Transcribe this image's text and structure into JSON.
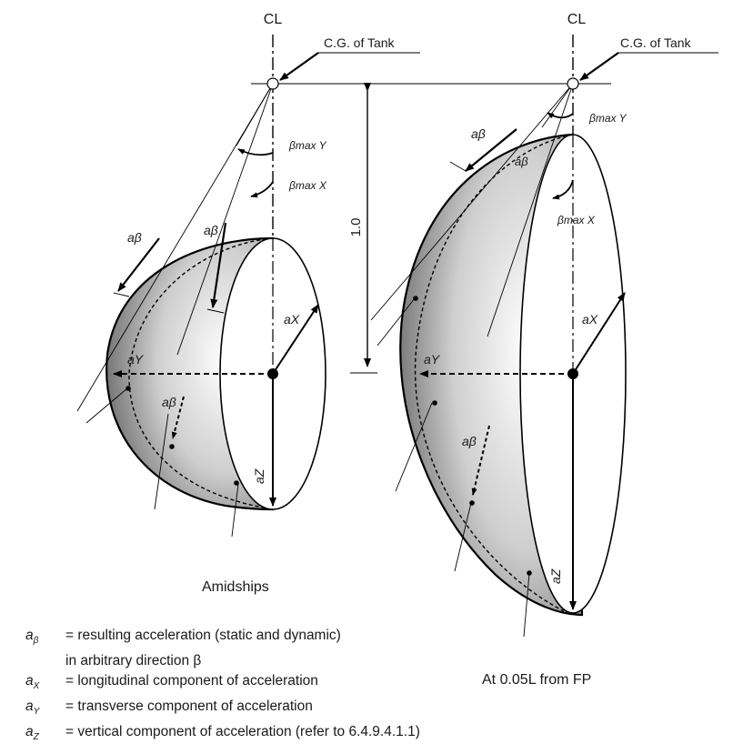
{
  "centerline_label": "CL",
  "cg_label": "C.G. of Tank",
  "height_label": "1.0",
  "symbols": {
    "a_beta": "aβ",
    "a_x": "aX",
    "a_y": "aY",
    "a_z": "aZ",
    "beta_max_y": "βmax Y",
    "beta_max_x": "βmax X"
  },
  "captions": {
    "left": "Amidships",
    "right": "At 0.05L from FP"
  },
  "legend": [
    {
      "symbol": "a",
      "sub": "β",
      "text": "= resulting acceleration   (static and dynamic)"
    },
    {
      "symbol": "",
      "sub": "",
      "text": "in   arbitrary direction β"
    },
    {
      "symbol": "a",
      "sub": "X",
      "text": "= longitudinal component of acceleration"
    },
    {
      "symbol": "a",
      "sub": "Y",
      "text": "= transverse component of acceleration"
    },
    {
      "symbol": "a",
      "sub": "Z",
      "text": "= vertical component of acceleration (refer to 6.4.9.4.1.1)"
    }
  ]
}
